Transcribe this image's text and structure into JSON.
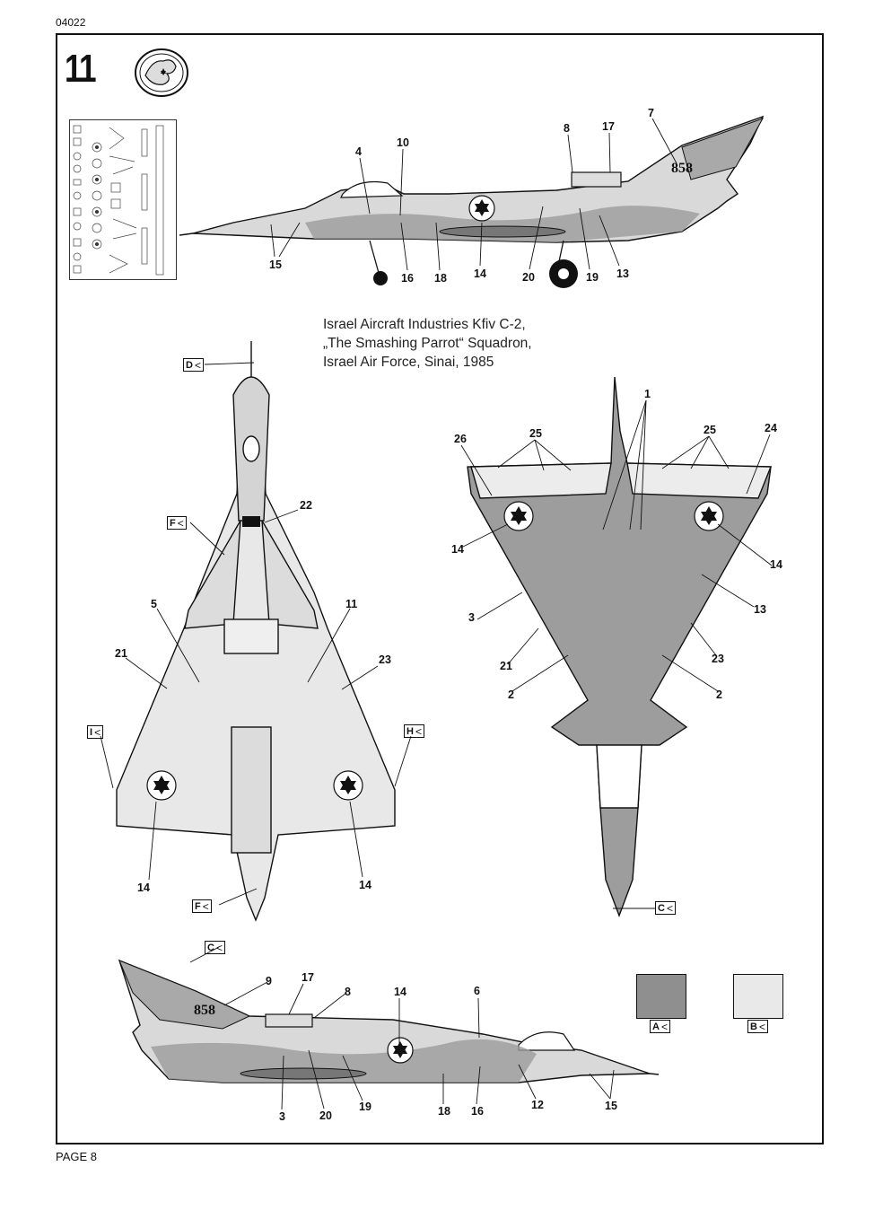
{
  "header": {
    "code": "04022"
  },
  "step": {
    "number": "11"
  },
  "caption": {
    "line1": "Israel Aircraft Industries Kfiv C-2,",
    "line2": "„The Smashing Parrot“ Squadron,",
    "line3": "Israel Air Force, Sinai, 1985"
  },
  "footer": {
    "page": "PAGE 8"
  },
  "serial": "858",
  "colors": {
    "A": "#8f8f8f",
    "B": "#e9e9e9",
    "ink": "#111111"
  },
  "view_refs": {
    "D": "D",
    "F_top": "F",
    "F_bottom": "F",
    "I": "I",
    "H": "H",
    "C_under": "C",
    "C_side": "C"
  },
  "color_key": {
    "a_label": "A",
    "b_label": "B"
  },
  "callouts": {
    "side_top": [
      "4",
      "10",
      "8",
      "17",
      "7",
      "15",
      "16",
      "18",
      "14",
      "20",
      "19",
      "13"
    ],
    "top_view": [
      "22",
      "5",
      "11",
      "21",
      "23",
      "14",
      "14"
    ],
    "under_view": [
      "1",
      "26",
      "25",
      "25",
      "24",
      "14",
      "14",
      "3",
      "13",
      "21",
      "23",
      "2",
      "2"
    ],
    "side_bottom": [
      "9",
      "17",
      "8",
      "14",
      "6",
      "3",
      "20",
      "19",
      "18",
      "16",
      "12",
      "15"
    ]
  }
}
